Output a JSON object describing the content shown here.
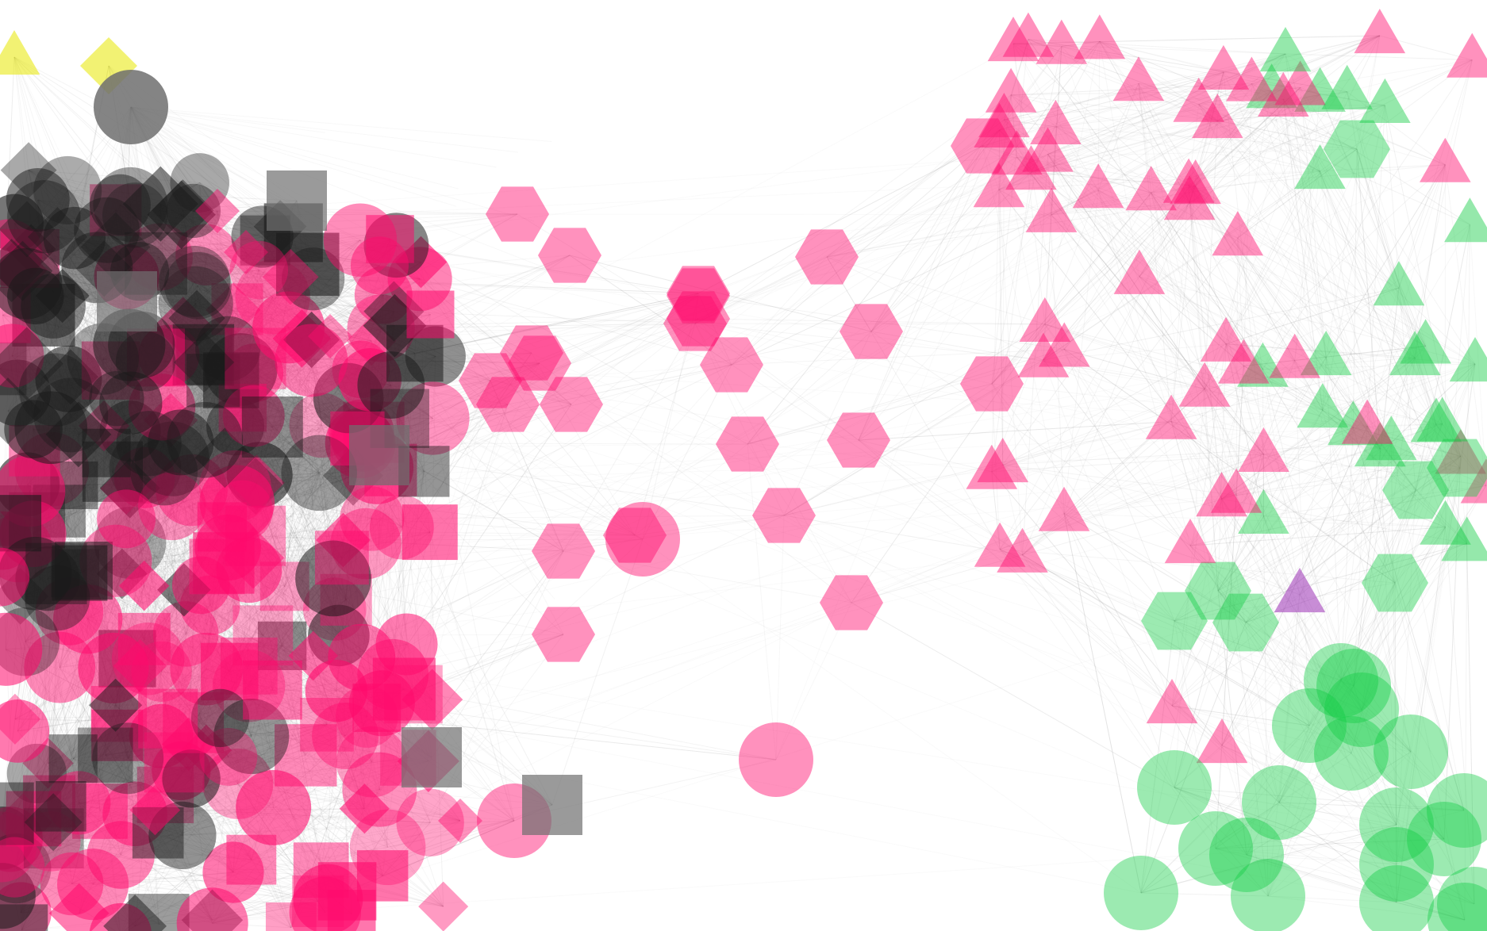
{
  "graph": {
    "kind": "network-visualization",
    "edge_color": "#8a8a8a",
    "legend": null,
    "node_groups": [
      {
        "name": "",
        "color": "#ff0a6c",
        "shapes": [
          "circle",
          "square",
          "diamond",
          "hexagon",
          "triangle"
        ]
      },
      {
        "name": "",
        "color": "#1a1a1a",
        "shapes": [
          "circle",
          "square",
          "diamond",
          "hexagon"
        ]
      },
      {
        "name": "",
        "color": "#14cc45",
        "shapes": [
          "circle",
          "hexagon",
          "triangle"
        ]
      },
      {
        "name": "",
        "color": "#e8e800",
        "shapes": [
          "triangle",
          "diamond"
        ]
      },
      {
        "name": "",
        "color": "#9b2fb5",
        "shapes": [
          "triangle"
        ]
      }
    ],
    "colors": {
      "pink": "#ff0a6c",
      "dark": "#1a1a1a",
      "green": "#14cc45",
      "yellow": "#e8e800",
      "purple": "#9b2fb5",
      "gray": "#6f6f6f"
    },
    "icon_names": [
      "circle-node-icon",
      "square-node-icon",
      "diamond-node-icon",
      "hexagon-node-icon",
      "triangle-node-icon"
    ]
  }
}
